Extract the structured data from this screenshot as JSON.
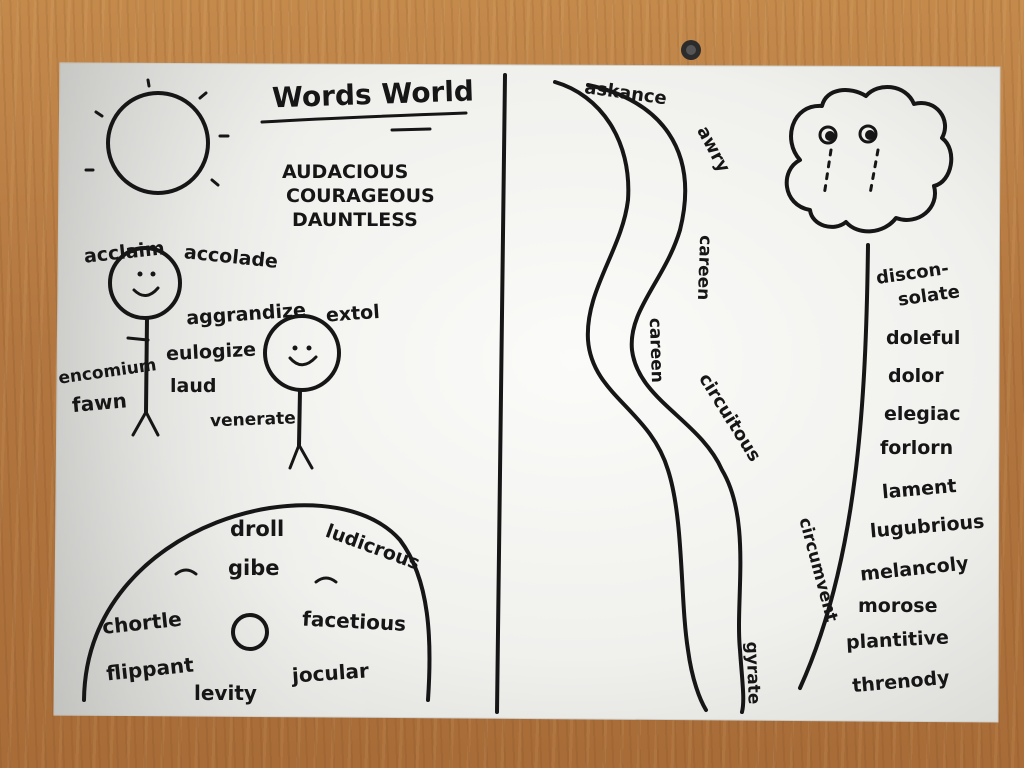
{
  "title": "Words World",
  "sun_section": {
    "words": [
      "AUDACIOUS",
      "COURAGEOUS",
      "DAUNTLESS"
    ]
  },
  "praise_section": {
    "words": [
      "acclaim",
      "accolade",
      "aggrandize",
      "extol",
      "encomium",
      "eulogize",
      "fawn",
      "laud",
      "venerate"
    ]
  },
  "humor_section": {
    "words": [
      "droll",
      "ludicrous",
      "gibe",
      "chortle",
      "facetious",
      "flippant",
      "jocular",
      "levity"
    ]
  },
  "river_section": {
    "words": [
      "askance",
      "awry",
      "careen",
      "careen",
      "circuitous",
      "circumvent",
      "gyrate"
    ]
  },
  "sad_section": {
    "words": [
      "discon-",
      "solate",
      "doleful",
      "dolor",
      "elegiac",
      "forlorn",
      "lament",
      "lugubrious",
      "melancoly",
      "morose",
      "plantitive",
      "threnody"
    ]
  },
  "colors": {
    "ink": "#161616",
    "paper": "#f4f4f1",
    "table": "#b27640"
  }
}
